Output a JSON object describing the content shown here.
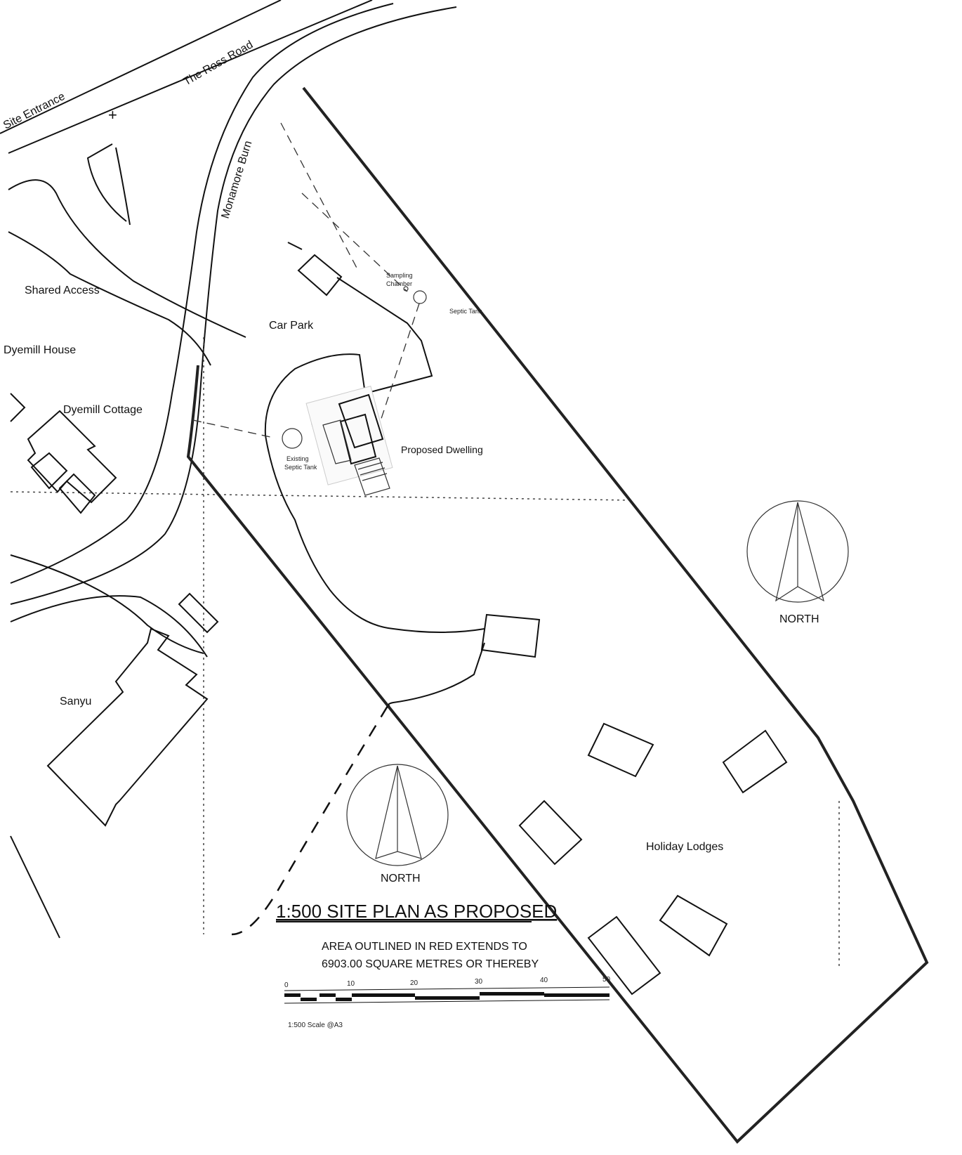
{
  "labels": {
    "site_entrance": "Site Entrance",
    "road": "The Ross Road",
    "burn": "Monamore Burn",
    "shared_access": "Shared Access",
    "dyemill_house": "Dyemill House",
    "dyemill_cottage": "Dyemill Cottage",
    "car_park": "Car Park",
    "sampling_chamber_1": "Sampling",
    "sampling_chamber_2": "Chamber",
    "septic_tank": "Septic Tank",
    "entrance": "Entrance",
    "existing_septic_1": "Existing",
    "existing_septic_2": "Septic Tank",
    "proposed_dwelling": "Proposed Dwelling",
    "sanyu": "Sanyu",
    "holiday_lodges": "Holiday Lodges",
    "north_1": "NORTH",
    "north_2": "NORTH"
  },
  "title_block": {
    "title": "1:500 SITE PLAN AS PROPOSED",
    "area_line_1": "AREA OUTLINED IN RED EXTENDS TO",
    "area_line_2": "6903.00 SQUARE METRES OR THEREBY"
  },
  "scale_bar": {
    "ticks": [
      "0",
      "10",
      "20",
      "30",
      "40",
      "50"
    ],
    "caption": "1:500 Scale @A3"
  },
  "colors": {
    "ink": "#111111",
    "paper": "#ffffff"
  }
}
